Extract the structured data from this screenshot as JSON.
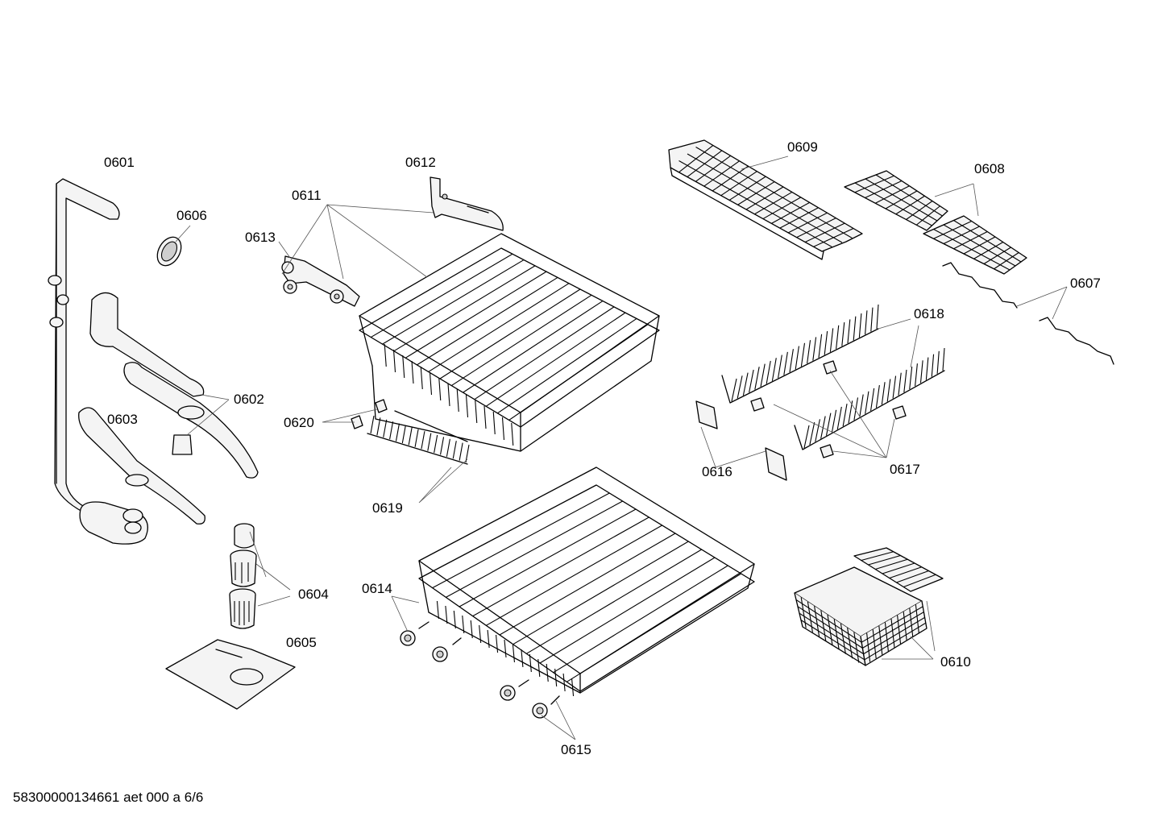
{
  "footer": "58300000134661 aet 000 a 6/6",
  "labels": {
    "p0601": "0601",
    "p0602": "0602",
    "p0603": "0603",
    "p0604": "0604",
    "p0605": "0605",
    "p0606": "0606",
    "p0607": "0607",
    "p0608": "0608",
    "p0609": "0609",
    "p0610": "0610",
    "p0611": "0611",
    "p0612": "0612",
    "p0613": "0613",
    "p0614": "0614",
    "p0615": "0615",
    "p0616": "0616",
    "p0617": "0617",
    "p0618": "0618",
    "p0619": "0619",
    "p0620": "0620"
  }
}
